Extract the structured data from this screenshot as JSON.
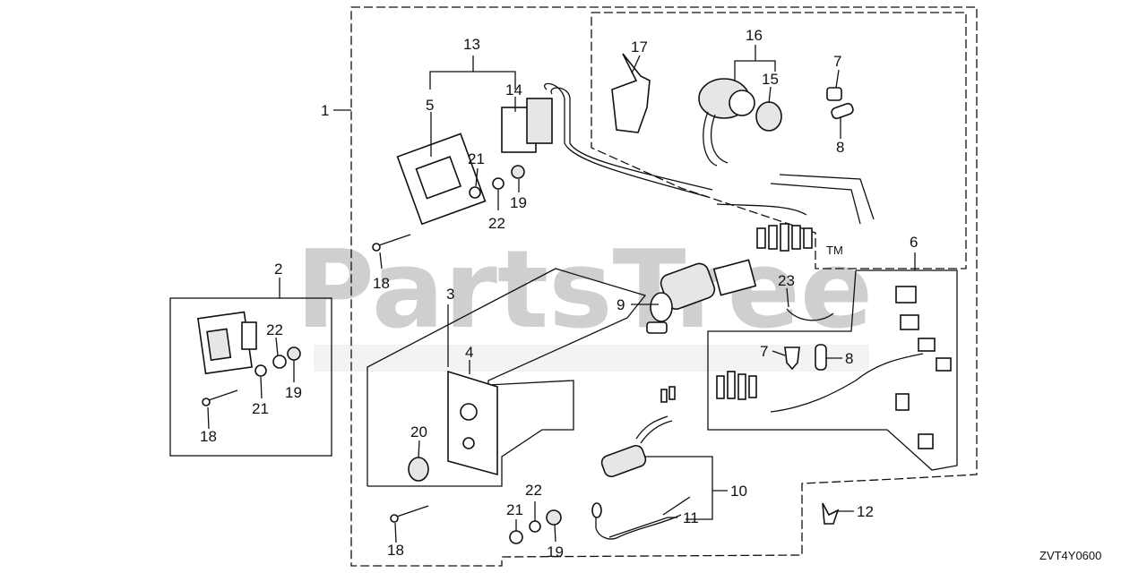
{
  "diagram_code": "ZVT4Y0600",
  "watermark": {
    "brand": "PartsTree",
    "trademark": "TM"
  },
  "callouts": {
    "c1": "1",
    "c2": "2",
    "c3": "3",
    "c4": "4",
    "c5": "5",
    "c6": "6",
    "c7a": "7",
    "c7b": "7",
    "c8a": "8",
    "c8b": "8",
    "c9": "9",
    "c10": "10",
    "c11": "11",
    "c12": "12",
    "c13": "13",
    "c14": "14",
    "c15": "15",
    "c16": "16",
    "c17": "17",
    "c18a": "18",
    "c18b": "18",
    "c18c": "18",
    "c19a": "19",
    "c19b": "19",
    "c19c": "19",
    "c20": "20",
    "c21a": "21",
    "c21b": "21",
    "c21c": "21",
    "c22a": "22",
    "c22b": "22",
    "c22c": "22",
    "c23": "23"
  }
}
